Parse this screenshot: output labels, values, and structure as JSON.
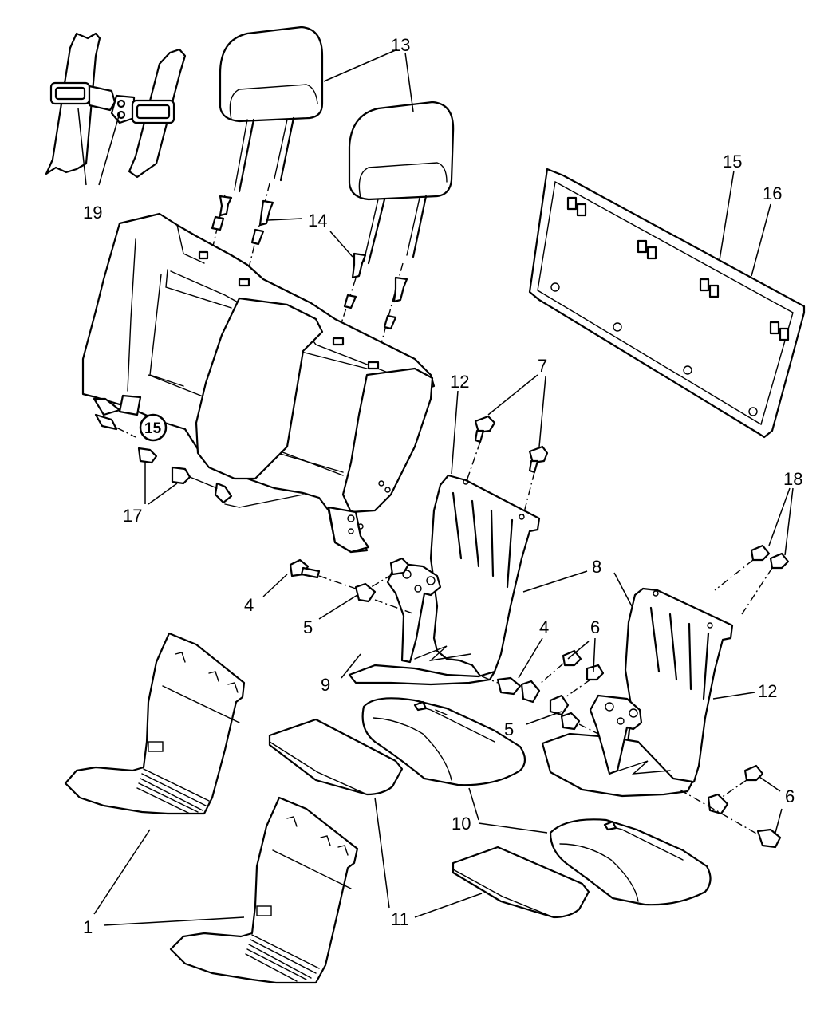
{
  "diagram": {
    "callouts": {
      "c1": "1",
      "c4a": "4",
      "c4b": "4",
      "c5a": "5",
      "c5b": "5",
      "c6a": "6",
      "c6b": "6",
      "c7": "7",
      "c8": "8",
      "c9": "9",
      "c10": "10",
      "c11": "11",
      "c12a": "12",
      "c12b": "12",
      "c13": "13",
      "c14": "14",
      "c15": "15",
      "c15circle": "15",
      "c16": "16",
      "c17": "17",
      "c18": "18",
      "c19": "19"
    }
  }
}
